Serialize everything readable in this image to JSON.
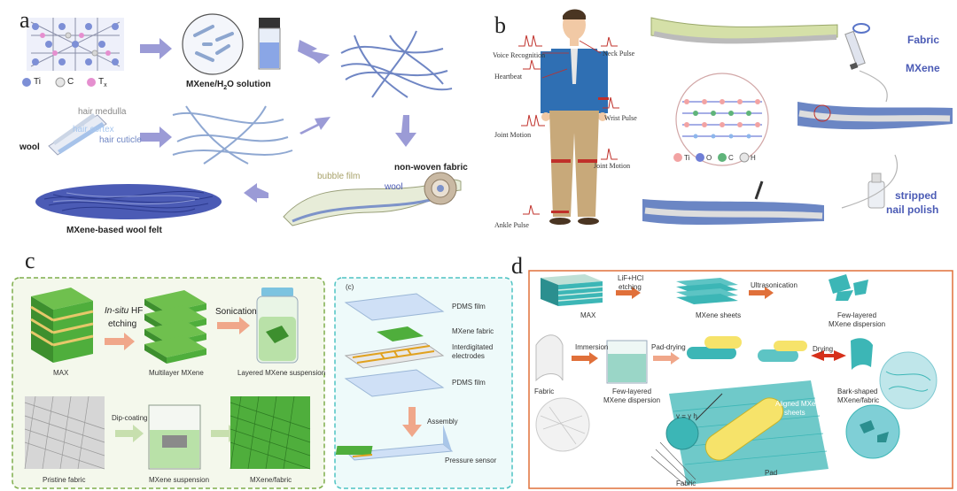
{
  "panel_a": {
    "letter": "a",
    "legend_ti": "Ti",
    "legend_c": "C",
    "legend_tx": "T",
    "legend_tx_sub": "x",
    "solution_label": "MXene/H",
    "solution_label_sub": "2",
    "solution_label_end": "O solution",
    "hair_medulla": "hair medulla",
    "hair_cortex": "hair cortex",
    "hair_cuticle": "hair cuticle",
    "wool": "wool",
    "bubble_film": "bubble film",
    "wool_layer": "wool",
    "non_woven": "non-woven fabric",
    "felt": "MXene-based wool felt"
  },
  "panel_b": {
    "letter": "b",
    "voice": "Voice Recognition",
    "heartbeat": "Heartbeat",
    "neck": "Neck Pulse",
    "wrist": "Wrist Pulse",
    "joint_left": "Joint Motion",
    "joint_right": "Joint Motion",
    "ankle": "Ankle Pulse",
    "fabric": "Fabric",
    "mxene": "MXene",
    "legend_ti": "Ti",
    "legend_o": "O",
    "legend_c": "C",
    "legend_h": "H",
    "stripped_line1": "stripped",
    "stripped_line2": "nail polish"
  },
  "panel_c": {
    "letter": "c",
    "in_situ": "In-situ",
    "hf": " HF",
    "etching": "etching",
    "sonication": "Sonication",
    "max": "MAX",
    "multilayer": "Multilayer MXene",
    "layered_suspension": "Layered MXene suspension",
    "dip_coating": "Dip-coating",
    "pristine": "Pristine fabric",
    "suspension": "MXene suspension",
    "mxene_fabric": "MXene/fabric",
    "sub_label": "(c)",
    "pdms_top": "PDMS film",
    "mxene_fabric_layer": "MXene fabric",
    "interdigitated_1": "Interdigitated",
    "interdigitated_2": "electrodes",
    "pdms_bottom": "PDMS film",
    "assembly": "Assembly",
    "pressure_sensor": "Pressure sensor"
  },
  "panel_d": {
    "letter": "d",
    "lif_hcl": "LiF+HCl",
    "etching": "etching",
    "ultrasonication": "Ultrasonication",
    "max": "MAX",
    "mxene_sheets": "MXene sheets",
    "few_layered_1": "Few-layered",
    "few_layered_2": "MXene dispersion",
    "immersion": "Immersion",
    "pad_drying": "Pad-drying",
    "drying": "Drying",
    "fabric": "Fabric",
    "few_layered_b1": "Few-layered",
    "few_layered_b2": "MXene dispersion",
    "velocity": "v = γ h",
    "aligned": "Aligned MXene",
    "aligned_2": "sheets",
    "bark_1": "Bark-shaped",
    "bark_2": "MXene/fabric",
    "pad": "Pad",
    "fabric_bottom": "Fabric"
  },
  "colors": {
    "arrow_purple": "#9b9bd6",
    "wool_blue": "#6f86c4",
    "felt_blue": "#4b5bb5",
    "mxene_green": "#4fae3c",
    "panel_c_border_green": "#7fae4c",
    "panel_c_border_cyan": "#4fc3c3",
    "panel_d_border": "#e0703a",
    "teal": "#3cb6b6",
    "red_joint": "#c0302a"
  }
}
